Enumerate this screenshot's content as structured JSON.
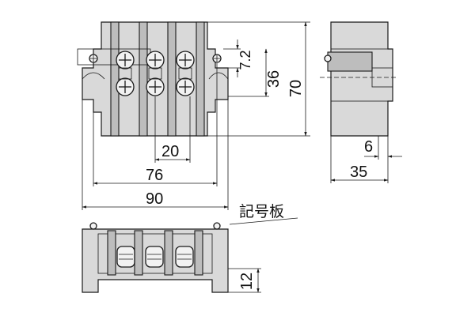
{
  "dimensions": {
    "width_total": "90",
    "mount_pitch": "76",
    "terminal_pitch": "20",
    "height_total": "70",
    "screw_row_spacing": "36",
    "top_offset": "7.2",
    "depth_total": "35",
    "rear_step": "6",
    "plate_height": "12"
  },
  "labels": {
    "marker_plate": "記号板"
  },
  "colors": {
    "body_fill": "#d9d9d9",
    "line": "#1a1a1a"
  }
}
